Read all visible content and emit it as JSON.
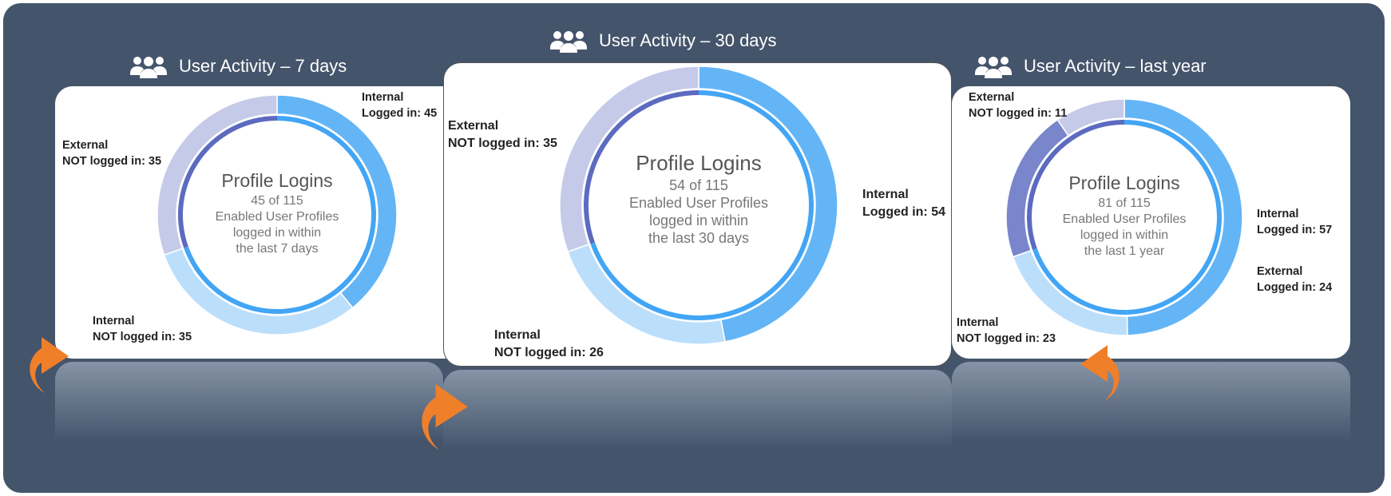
{
  "colors": {
    "background": "#44546b",
    "internal_logged": "#64b5f6",
    "internal_not": "#bbdefb",
    "external_logged": "#7986cb",
    "external_not": "#c5cae9",
    "inner_internal": "#42a5f5",
    "inner_external": "#5c6bc0",
    "arrow": "#f07f2a"
  },
  "panels": [
    {
      "title": "User Activity – 7 days",
      "icon": "users-icon",
      "center_title": "Profile Logins",
      "count": "45 of 115",
      "line1": "Enabled User Profiles",
      "line2": "logged in within",
      "line3": "the last 7 days",
      "labels": {
        "internal_logged": [
          "Internal",
          "Logged in: 45"
        ],
        "internal_not": [
          "Internal",
          "NOT logged in: 35"
        ],
        "external_not": [
          "External",
          "NOT logged in: 35"
        ]
      }
    },
    {
      "title": "User Activity – 30 days",
      "icon": "users-icon",
      "center_title": "Profile Logins",
      "count": "54 of 115",
      "line1": "Enabled User Profiles",
      "line2": "logged in within",
      "line3": "the last 30 days",
      "labels": {
        "internal_logged": [
          "Internal",
          "Logged in: 54"
        ],
        "internal_not": [
          "Internal",
          "NOT logged in: 26"
        ],
        "external_not": [
          "External",
          "NOT logged in: 35"
        ]
      }
    },
    {
      "title": "User Activity – last year",
      "icon": "users-icon",
      "center_title": "Profile Logins",
      "count": "81 of 115",
      "line1": "Enabled User Profiles",
      "line2": "logged in within",
      "line3": "the last 1 year",
      "labels": {
        "internal_logged": [
          "Internal",
          "Logged in: 57"
        ],
        "internal_not": [
          "Internal",
          "NOT logged in: 23"
        ],
        "external_logged": [
          "External",
          "Logged in: 24"
        ],
        "external_not": [
          "External",
          "NOT logged in: 11"
        ]
      }
    }
  ],
  "chart_data": [
    {
      "type": "pie",
      "title": "User Activity – 7 days",
      "categories": [
        "Internal Logged in",
        "Internal NOT logged in",
        "External Logged in",
        "External NOT logged in"
      ],
      "values": [
        45,
        35,
        0,
        35
      ],
      "total": 115
    },
    {
      "type": "pie",
      "title": "User Activity – 30 days",
      "categories": [
        "Internal Logged in",
        "Internal NOT logged in",
        "External Logged in",
        "External NOT logged in"
      ],
      "values": [
        54,
        26,
        0,
        35
      ],
      "total": 115
    },
    {
      "type": "pie",
      "title": "User Activity – last year",
      "categories": [
        "Internal Logged in",
        "Internal NOT logged in",
        "External Logged in",
        "External NOT logged in"
      ],
      "values": [
        57,
        23,
        24,
        11
      ],
      "total": 115
    }
  ]
}
